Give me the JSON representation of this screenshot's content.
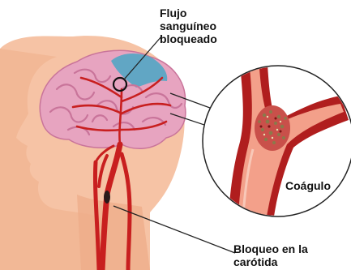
{
  "labels": {
    "blocked_flow_line1": "Flujo",
    "blocked_flow_line2": "sanguíneo",
    "blocked_flow_line3": "bloqueado",
    "clot": "Coágulo",
    "carotid_line1": "Bloqueo en la",
    "carotid_line2": "carótida"
  },
  "colors": {
    "skin": "#f6c3a5",
    "brain": "#e7a4c0",
    "brain_dark": "#c9749a",
    "ischemic_area": "#5aa6c4",
    "artery": "#c81f1f",
    "vessel_wall": "#b01e1e",
    "vessel_lumen": "#f3a08a",
    "clot": "#8a7a4a"
  }
}
